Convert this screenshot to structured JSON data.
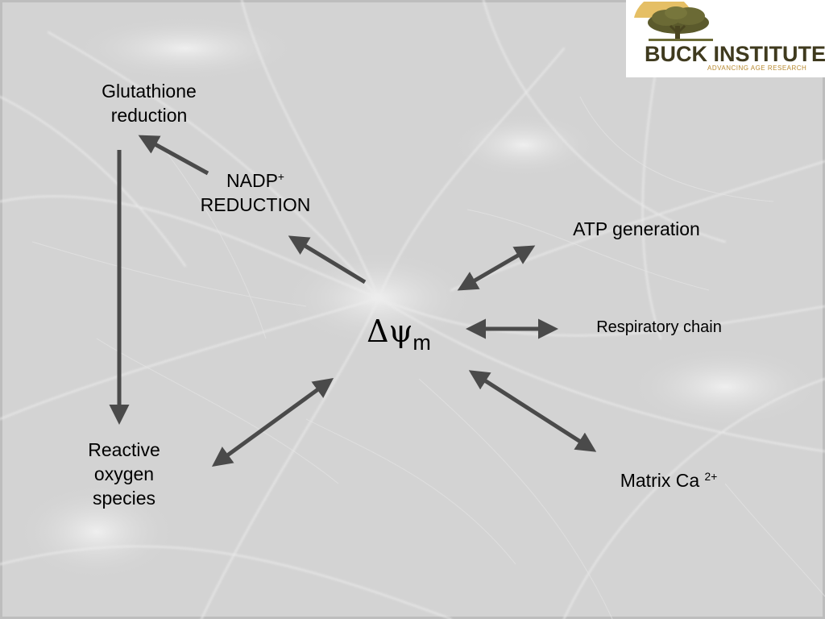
{
  "colors": {
    "background": "#d3d3d3",
    "arrow": "#4a4a4a",
    "logo_text": "#3f3a1e",
    "logo_tagline": "#b8892e"
  },
  "logo": {
    "name": "BUCK INSTITUTE",
    "tagline": "ADVANCING AGE RESEARCH",
    "icon": "tree-icon"
  },
  "center": {
    "symbol": "Δψ",
    "subscript": "m"
  },
  "nodes": {
    "glutathione": {
      "line1": "Glutathione",
      "line2": "reduction"
    },
    "nadp": {
      "main": "NADP",
      "sup": "+",
      "line2": "REDUCTION"
    },
    "atp": {
      "label": "ATP generation"
    },
    "respiratory": {
      "label": "Respiratory chain"
    },
    "ros": {
      "line1": "Reactive",
      "line2": "oxygen",
      "line3": "species"
    },
    "calcium": {
      "main": "Matrix Ca ",
      "sup": "2+"
    }
  },
  "edges": [
    {
      "from": "nadp",
      "to": "glutathione",
      "direction": "forward"
    },
    {
      "from": "center",
      "to": "nadp",
      "direction": "forward"
    },
    {
      "from": "glutathione",
      "to": "ros",
      "direction": "forward"
    },
    {
      "from": "center",
      "to": "atp",
      "direction": "both"
    },
    {
      "from": "center",
      "to": "respiratory",
      "direction": "both"
    },
    {
      "from": "center",
      "to": "calcium",
      "direction": "both"
    },
    {
      "from": "center",
      "to": "ros",
      "direction": "both"
    }
  ]
}
